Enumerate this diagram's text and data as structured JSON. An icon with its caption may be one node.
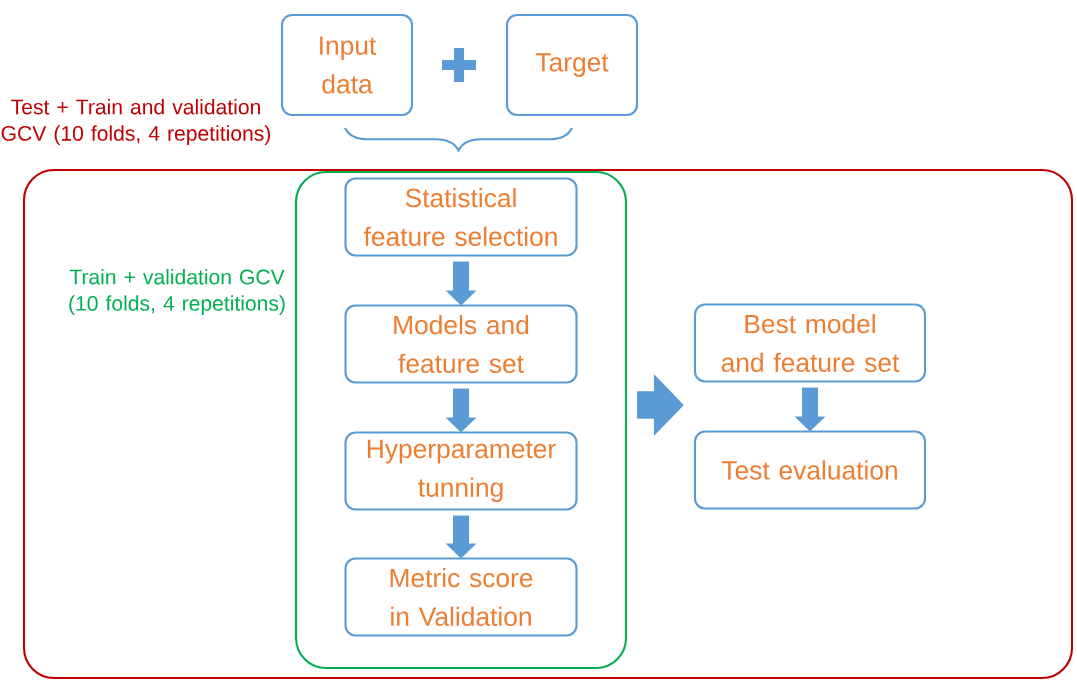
{
  "diagram": {
    "nodes": [
      {
        "text": [
          "Test + Train and validation GCV (10 folds, 4 repetitions)"
        ]
      },
      {
        "text": [
          "Input data"
        ]
      },
      {
        "text": [
          "Target"
        ]
      },
      {
        "text": [],
        "shape": "box",
        "in": 0,
        "beside": [
          "Train + validation GCV (10 folds, 4 repetitions)"
        ]
      },
      {
        "text": [
          "Statistical feature selection"
        ],
        "in": 3
      },
      {
        "text": [
          "Models and feature set"
        ],
        "in": 3
      },
      {
        "text": [
          "Hyperparameter tunning"
        ],
        "in": 3
      },
      {
        "text": [
          "Metric score in Validation"
        ],
        "in": 3
      },
      {
        "text": [
          "Best model and feature set"
        ],
        "in": 0
      },
      {
        "text": [
          "Test evaluation"
        ],
        "in": 0
      }
    ],
    "edges": [
      {
        "from": 4,
        "to": 5,
        "arrow": "to"
      },
      {
        "from": 5,
        "to": 6,
        "arrow": "to"
      },
      {
        "from": 6,
        "to": 7,
        "arrow": "to"
      },
      {
        "from": 3,
        "to": 8,
        "arrow": "to"
      },
      {
        "from": 8,
        "to": 9,
        "arrow": "to"
      }
    ]
  }
}
